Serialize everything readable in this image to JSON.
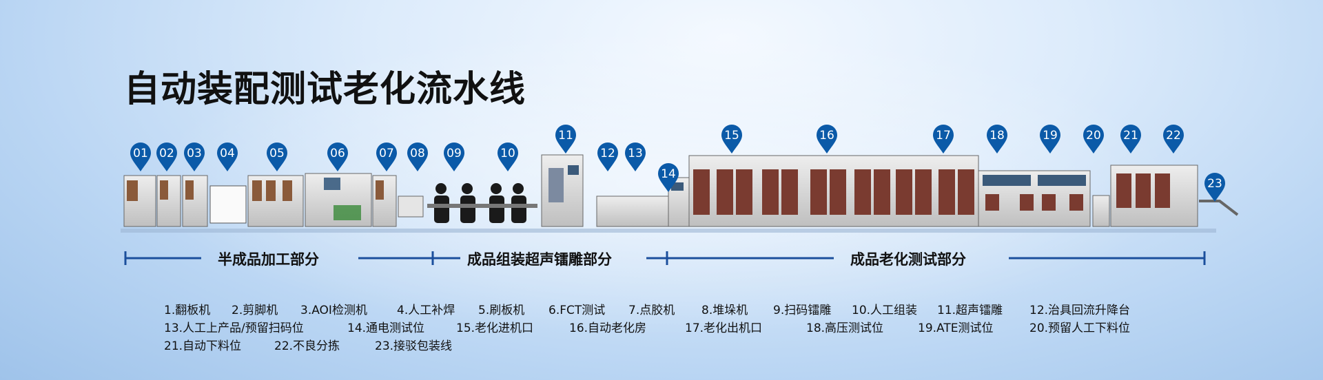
{
  "title": "自动装配测试老化流水线",
  "markers": [
    "01",
    "02",
    "03",
    "04",
    "05",
    "06",
    "07",
    "08",
    "09",
    "10",
    "11",
    "12",
    "13",
    "14",
    "15",
    "16",
    "17",
    "18",
    "19",
    "20",
    "21",
    "22",
    "23"
  ],
  "sections": [
    "半成品加工部分",
    "成品组装超声镭雕部分",
    "成品老化测试部分"
  ],
  "legend": {
    "row1": [
      "1.翻板机",
      "2.剪脚机",
      "3.AOI检测机",
      "4.人工补焊",
      "5.刷板机",
      "6.FCT测试",
      "7.点胶机",
      "8.堆垛机",
      "9.扫码镭雕",
      "10.人工组装",
      "11.超声镭雕",
      "12.治具回流升降台"
    ],
    "row2": [
      "13.人工上产品/预留扫码位",
      "14.通电测试位",
      "15.老化进机口",
      "16.自动老化房",
      "17.老化出机口",
      "18.高压测试位",
      "19.ATE测试位",
      "20.预留人工下料位"
    ],
    "row3": [
      "21.自动下料位",
      "22.不良分拣",
      "23.接驳包装线"
    ]
  },
  "colors": {
    "pin": "#0b5aa8",
    "line": "#1b4f9c",
    "machine": "#d9d9d9",
    "frame": "#666666",
    "door": "#7a3b30"
  }
}
